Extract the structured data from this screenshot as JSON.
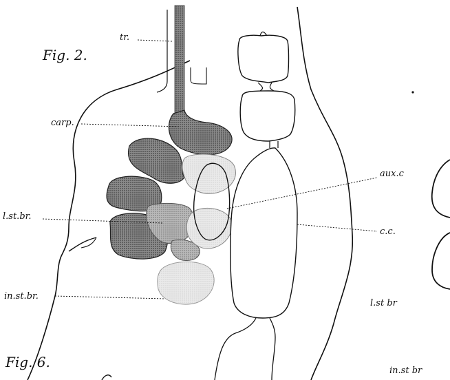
{
  "figure": {
    "fig2_label": "Fig. 2.",
    "fig6_label": "Fig. 6.",
    "labels": {
      "tr": "tr.",
      "carp": "carp.",
      "aux_c": "aux.c",
      "l_st_br": "l.st.br.",
      "cc": "c.c.",
      "in_st_br": "in.st.br.",
      "l_st_br_2": "l.st br",
      "in_st_br_2": "in.st br"
    }
  },
  "colors": {
    "ink": "#111111",
    "dark_shading": "#5a5a5a",
    "mid_shading": "#9a9a9a",
    "light_shading": "#d8d8d8",
    "outline": "#333333"
  }
}
